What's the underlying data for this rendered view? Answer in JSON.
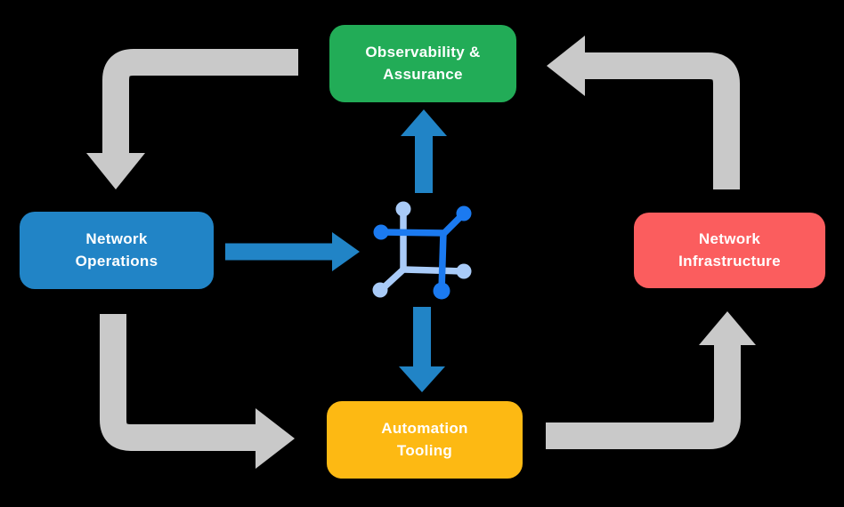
{
  "diagram": {
    "background_color": "#000000",
    "nodes": {
      "observability": {
        "label": "Observability &\nAssurance",
        "color": "#22AC57"
      },
      "network_operations": {
        "label": "Network\nOperations",
        "color": "#2184C6"
      },
      "network_infrastructure": {
        "label": "Network\nInfrastructure",
        "color": "#FB5D5E"
      },
      "automation_tooling": {
        "label": "Automation\nTooling",
        "color": "#FDB913"
      }
    },
    "center_icon": {
      "name": "network-fabric-icon",
      "dark_blue": "#1B7AF0",
      "light_blue": "#A9CBF8"
    },
    "colors": {
      "cycle_arrow_gray": "#C9C9C9",
      "flow_arrow_blue": "#2184C6",
      "text": "#FFFFFF"
    }
  }
}
